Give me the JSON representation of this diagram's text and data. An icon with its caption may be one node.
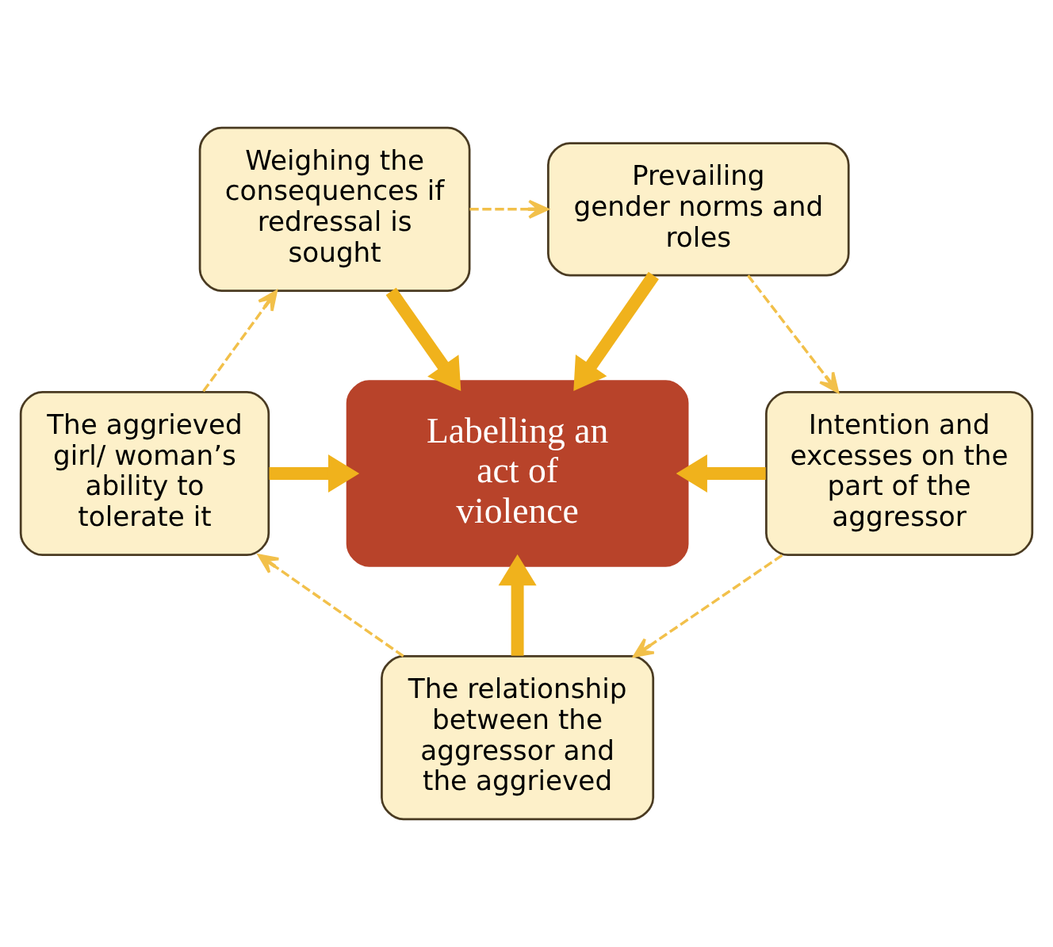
{
  "diagram": {
    "nodes": [
      {
        "text": [
          "Weighing the consequences if redressal is sought"
        ]
      },
      {
        "text": [
          "Prevailing gender norms and roles"
        ]
      },
      {
        "text": [
          "Labelling an act of violence"
        ]
      },
      {
        "text": [
          "The aggrieved girl/ woman’s ability to tolerate it"
        ]
      },
      {
        "text": [
          "Intention and excesses on the part of the aggressor"
        ]
      },
      {
        "text": [
          "The relationship between the aggressor and the aggrieved"
        ]
      }
    ],
    "edges": [
      {
        "from": 0,
        "to": 2,
        "arrow": "to",
        "style": "thick",
        "color": "#f0b21c"
      },
      {
        "from": 1,
        "to": 2,
        "arrow": "to",
        "style": "thick",
        "color": "#f0b21c"
      },
      {
        "from": 3,
        "to": 2,
        "arrow": "to",
        "style": "thick",
        "color": "#f0b21c"
      },
      {
        "from": 4,
        "to": 2,
        "arrow": "to",
        "style": "thick",
        "color": "#f0b21c"
      },
      {
        "from": 5,
        "to": 2,
        "arrow": "to",
        "style": "thick",
        "color": "#f0b21c"
      },
      {
        "from": 0,
        "to": 1,
        "arrow": "to",
        "style": "dashed",
        "color": "#f2c04a"
      },
      {
        "from": 1,
        "to": 4,
        "arrow": "to",
        "style": "dashed",
        "color": "#f2c04a"
      },
      {
        "from": 4,
        "to": 5,
        "arrow": "to",
        "style": "dashed",
        "color": "#f2c04a"
      },
      {
        "from": 5,
        "to": 3,
        "arrow": "to",
        "style": "dashed",
        "color": "#f2c04a"
      },
      {
        "from": 3,
        "to": 0,
        "arrow": "to",
        "style": "dashed",
        "color": "#f2c04a"
      }
    ]
  }
}
